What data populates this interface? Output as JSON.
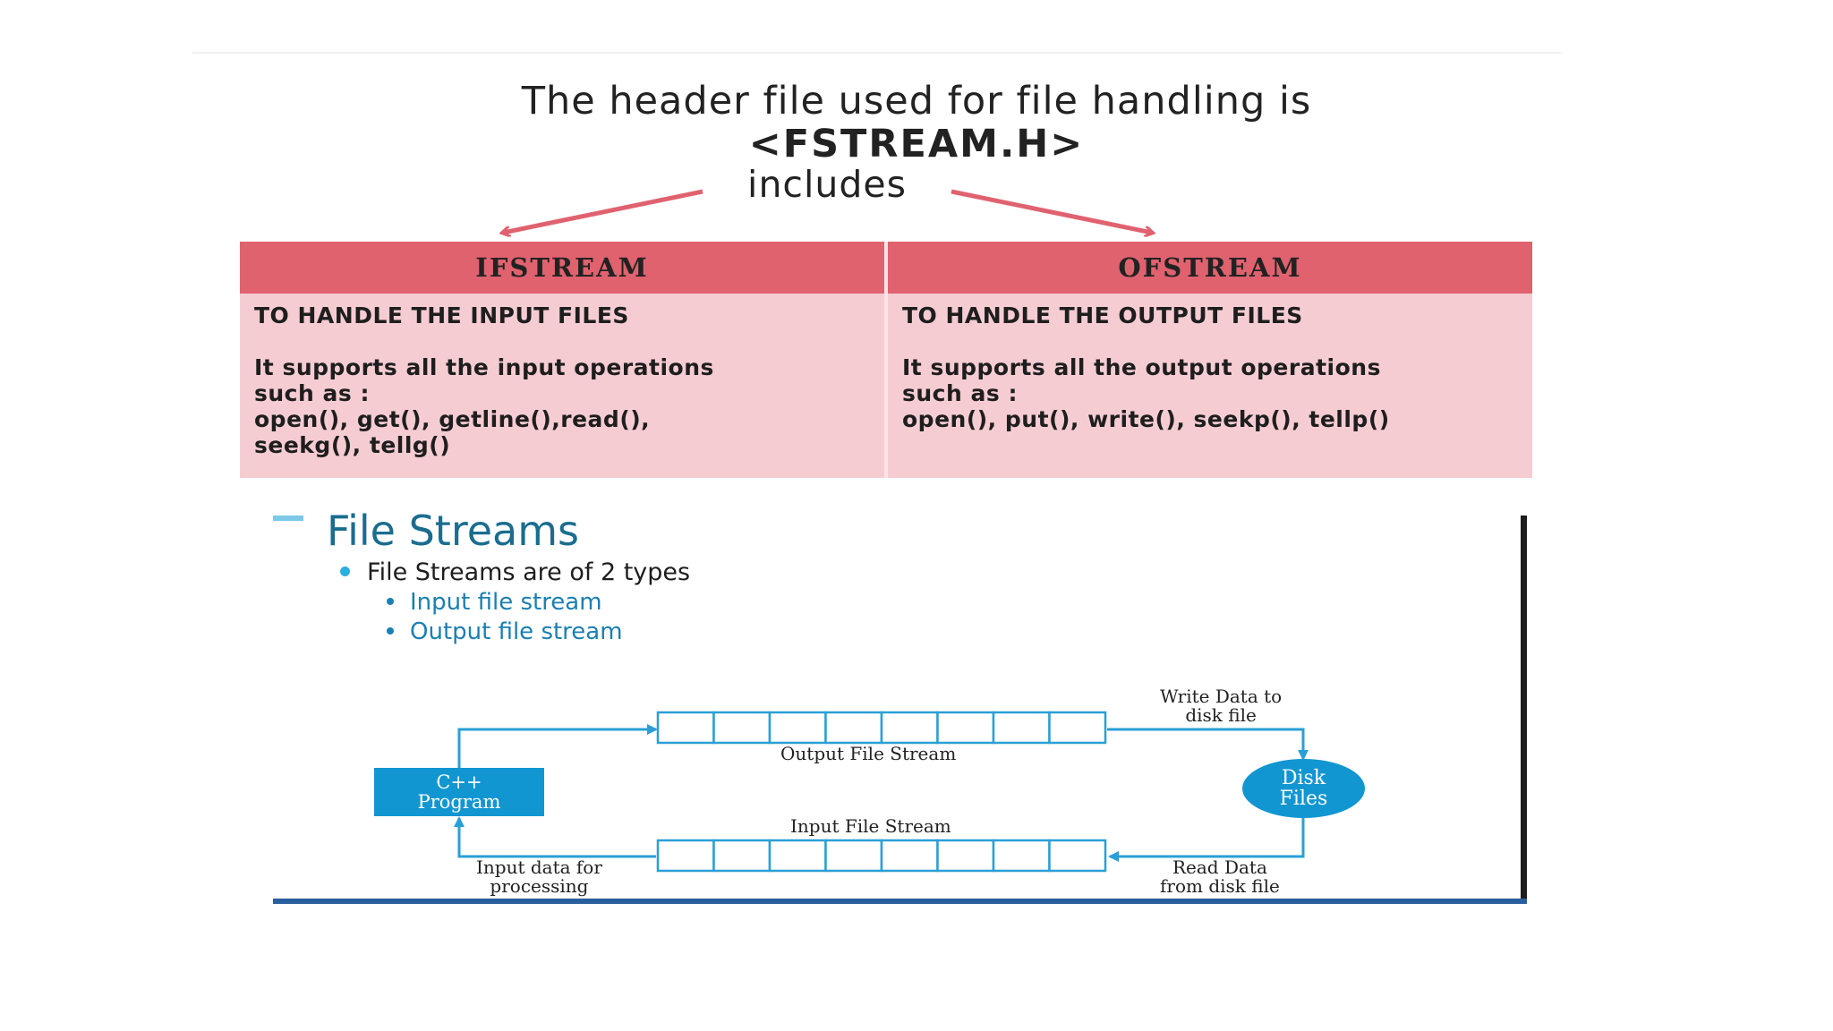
{
  "header": {
    "line1": "The header file used for file handling is",
    "line2": "<FSTREAM.H>",
    "line3": "includes"
  },
  "table": {
    "left": {
      "heading": "IFSTREAM",
      "purpose": "TO HANDLE THE INPUT FILES",
      "description_line1": "It supports all the input operations",
      "description_line2": "such as :",
      "operations_line1": "open(), get(), getline(),read(),",
      "operations_line2": "seekg(), tellg()"
    },
    "right": {
      "heading": "OFSTREAM",
      "purpose": "TO HANDLE THE OUTPUT FILES",
      "description_line1": "It supports all the output operations",
      "description_line2": "such as :",
      "operations_line1": "open(), put(), write(), seekp(), tellp()"
    }
  },
  "file_streams": {
    "title": "File Streams",
    "bullet": "File Streams are of 2 types",
    "sub_bullets": [
      "Input file stream",
      "Output file stream"
    ]
  },
  "stream_diagram": {
    "program_line1": "C++",
    "program_line2": "Program",
    "disk_line1": "Disk",
    "disk_line2": "Files",
    "output_stream_label": "Output File Stream",
    "input_stream_label": "Input File Stream",
    "write_label_line1": "Write Data to",
    "write_label_line2": "disk file",
    "read_label_line1": "Read Data",
    "read_label_line2": "from disk file",
    "input_processing_line1": "Input data for",
    "input_processing_line2": "processing",
    "buffer_cells": 8
  },
  "colors": {
    "table_header": "#e0626f",
    "table_body": "#f6ccd3",
    "arrow": "#e0626f",
    "diagram_blue": "#1296d1",
    "title_teal": "#1a6d8f",
    "sub_bullet_blue": "#1a7fb2"
  }
}
